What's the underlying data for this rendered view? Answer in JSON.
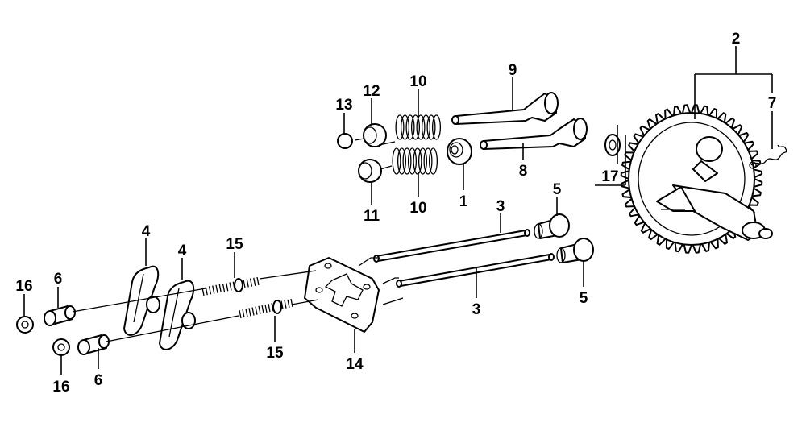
{
  "labels": {
    "l1": "1",
    "l2": "2",
    "l3a": "3",
    "l3b": "3",
    "l4a": "4",
    "l4b": "4",
    "l5a": "5",
    "l5b": "5",
    "l6a": "6",
    "l6b": "6",
    "l7": "7",
    "l8": "8",
    "l9": "9",
    "l10a": "10",
    "l10b": "10",
    "l11": "11",
    "l12": "12",
    "l13": "13",
    "l14": "14",
    "l15a": "15",
    "l15b": "15",
    "l16a": "16",
    "l16b": "16",
    "l17": "17"
  }
}
